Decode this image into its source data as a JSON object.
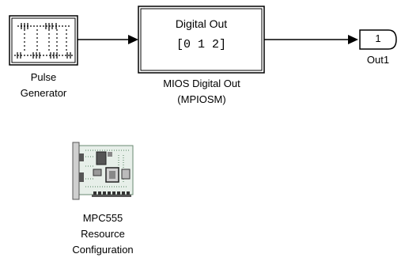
{
  "blocks": {
    "pulse_generator": {
      "label_line1": "Pulse",
      "label_line2": "Generator"
    },
    "digital_out": {
      "text_line1": "Digital Out",
      "text_line2": "[0 1 2]",
      "label_line1": "MIOS Digital Out",
      "label_line2": "(MPIOSM)"
    },
    "outport": {
      "number": "1",
      "label": "Out1"
    },
    "resource_config": {
      "label_line1": "MPC555",
      "label_line2": "Resource",
      "label_line3": "Configuration"
    }
  },
  "colors": {
    "line": "#000000",
    "block_fill": "#ffffff",
    "board_green": "#2e6b3a",
    "chip_fill": "#d8d8d8"
  }
}
